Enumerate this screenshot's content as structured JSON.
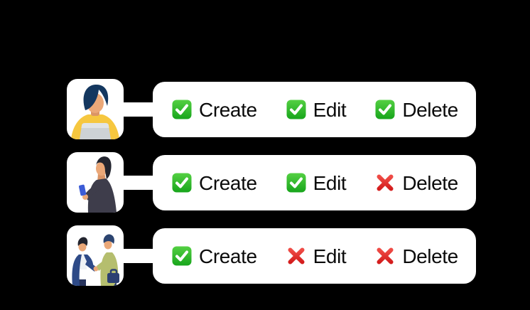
{
  "diagram": {
    "title": "user-role-permissions",
    "rows": [
      {
        "persona": "employee-working-on-laptop",
        "permissions": [
          {
            "label": "Create",
            "allowed": true
          },
          {
            "label": "Edit",
            "allowed": true
          },
          {
            "label": "Delete",
            "allowed": true
          }
        ]
      },
      {
        "persona": "person-holding-phone",
        "permissions": [
          {
            "label": "Create",
            "allowed": true
          },
          {
            "label": "Edit",
            "allowed": true
          },
          {
            "label": "Delete",
            "allowed": false
          }
        ]
      },
      {
        "persona": "partners-handshake",
        "permissions": [
          {
            "label": "Create",
            "allowed": true
          },
          {
            "label": "Edit",
            "allowed": false
          },
          {
            "label": "Delete",
            "allowed": false
          }
        ]
      }
    ],
    "icons": {
      "allowed": "check-mark-button",
      "denied": "cross-mark"
    },
    "colors": {
      "background": "#000000",
      "card": "#ffffff",
      "allowed_green_top": "#54d043",
      "allowed_green_bottom": "#17a51b",
      "denied_red_top": "#ef4b45",
      "denied_red_bottom": "#d41d1d",
      "text": "#0b0b0b"
    }
  }
}
